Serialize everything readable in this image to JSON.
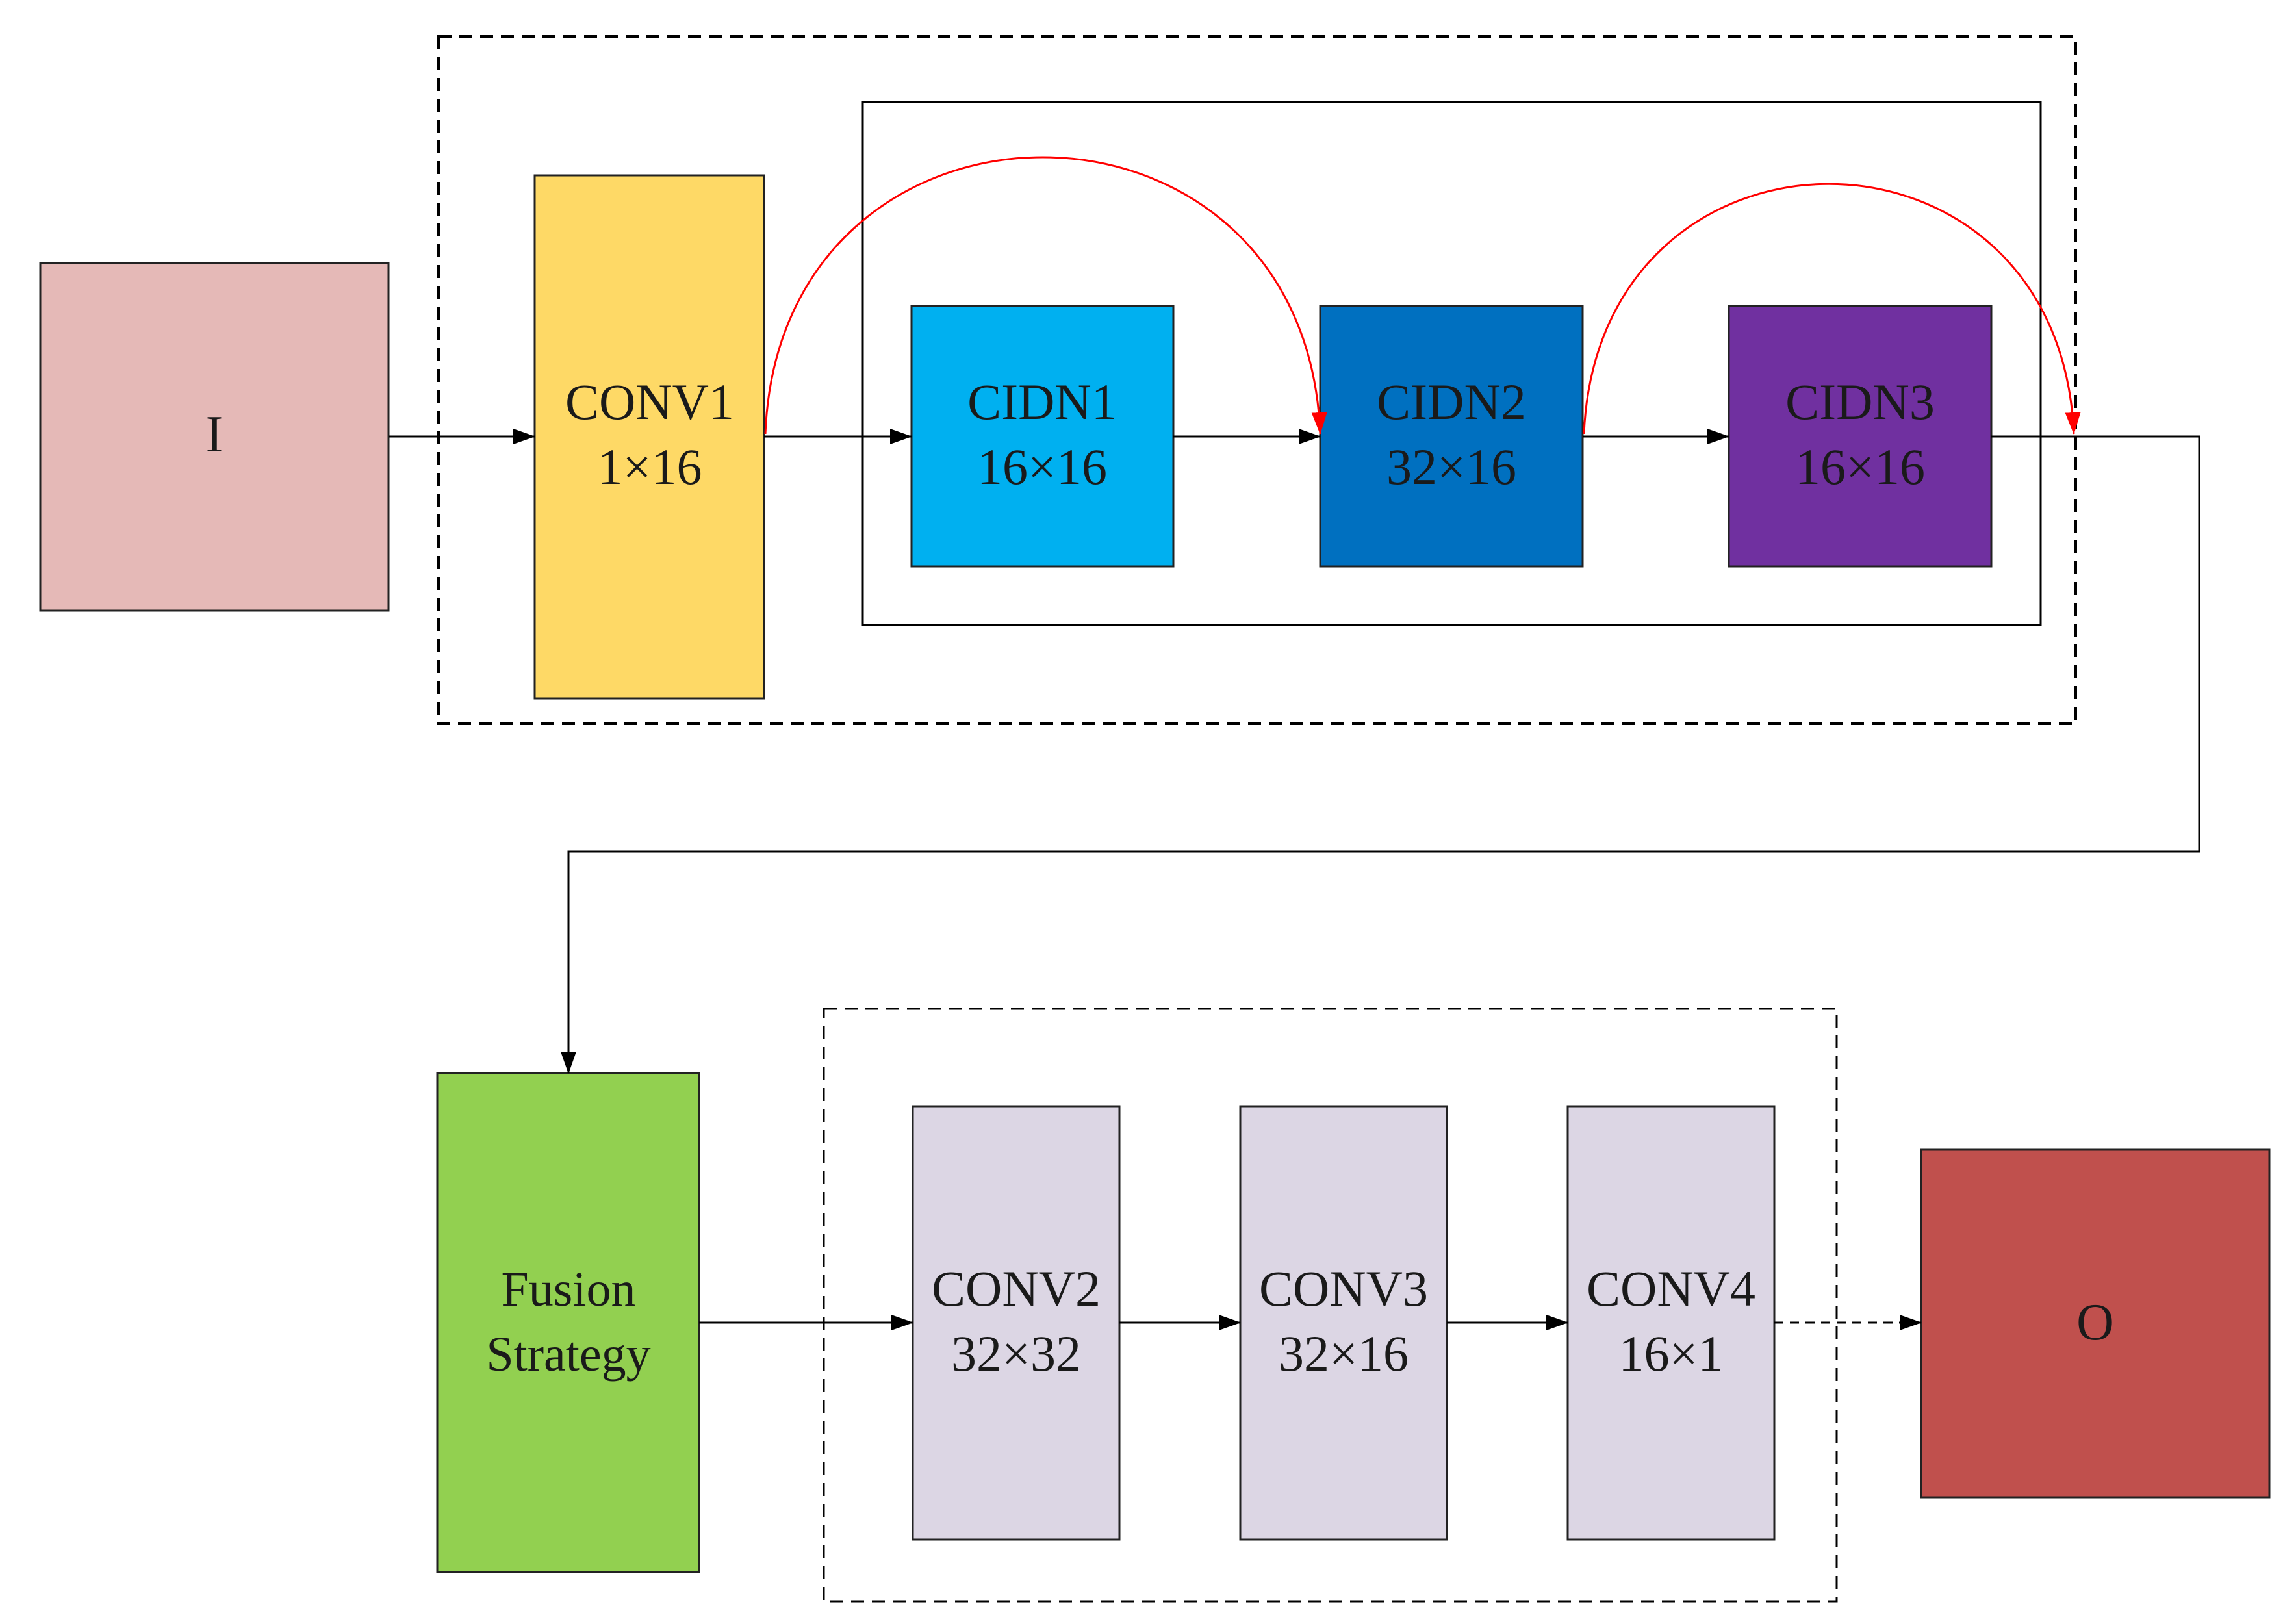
{
  "colors": {
    "input": "#E5B9B7",
    "conv1": "#FED966",
    "cidn1": "#00B0F0",
    "cidn2": "#0070C0",
    "cidn3": "#7030A0",
    "fusion": "#92D050",
    "conv_gray": "#DCD6E4",
    "output": "#C0504D",
    "skip": "#FF0000",
    "line": "#000000"
  },
  "blocks": {
    "input": {
      "label": "I"
    },
    "conv1": {
      "name": "CONV1",
      "dims": "1×16"
    },
    "cidn1": {
      "name": "CIDN1",
      "dims": "16×16"
    },
    "cidn2": {
      "name": "CIDN2",
      "dims": "32×16"
    },
    "cidn3": {
      "name": "CIDN3",
      "dims": "16×16"
    },
    "fusion": {
      "line1": "Fusion",
      "line2": "Strategy"
    },
    "conv2": {
      "name": "CONV2",
      "dims": "32×32"
    },
    "conv3": {
      "name": "CONV3",
      "dims": "32×16"
    },
    "conv4": {
      "name": "CONV4",
      "dims": "16×1"
    },
    "output": {
      "label": "O"
    }
  }
}
